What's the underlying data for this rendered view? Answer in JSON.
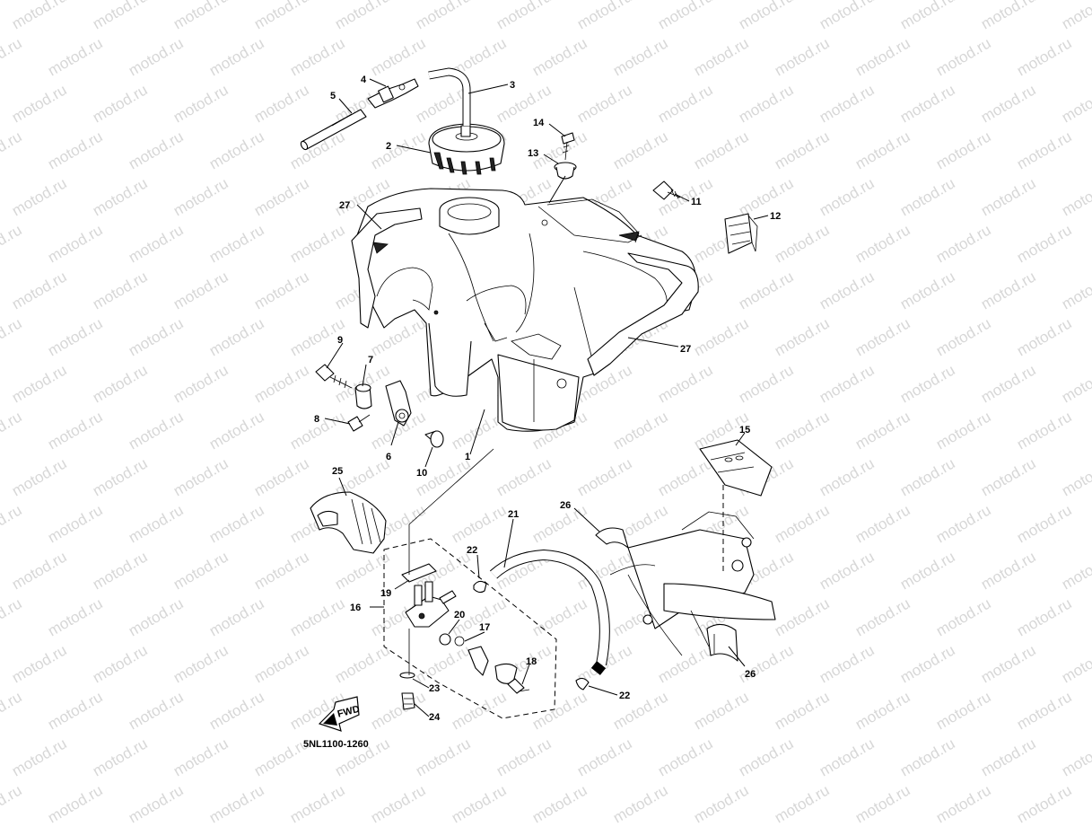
{
  "watermark": "motod.ru",
  "diagram_code": "5NL1100-1260",
  "fwd_label": "FWD",
  "callouts": {
    "c1": "1",
    "c2": "2",
    "c3": "3",
    "c4": "4",
    "c5": "5",
    "c6": "6",
    "c7": "7",
    "c8": "8",
    "c9": "9",
    "c10": "10",
    "c11": "11",
    "c12": "12",
    "c13": "13",
    "c14": "14",
    "c15": "15",
    "c16": "16",
    "c17": "17",
    "c18": "18",
    "c19": "19",
    "c20": "20",
    "c21": "21",
    "c22a": "22",
    "c22b": "22",
    "c23": "23",
    "c24": "24",
    "c25": "25",
    "c26a": "26",
    "c26b": "26",
    "c27a": "27",
    "c27b": "27"
  }
}
